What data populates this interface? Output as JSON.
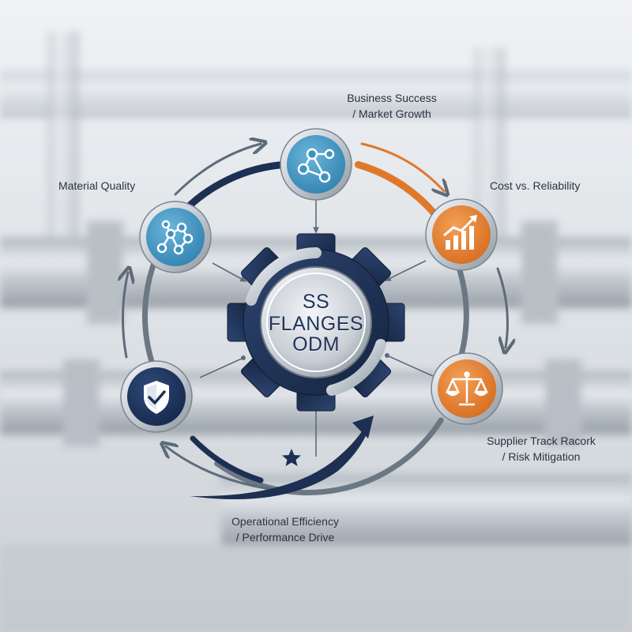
{
  "center": {
    "line1": "SS",
    "line2": "FLANGES",
    "line3": "ODM"
  },
  "nodes": {
    "business": {
      "line1": "Business Success",
      "line2": "/ Market Growth",
      "icon": "network-nodes-icon"
    },
    "material": {
      "line1": "Material Quality",
      "icon": "molecule-icon"
    },
    "cost": {
      "line1": "Cost vs. Reliability",
      "icon": "growth-chart-icon"
    },
    "supplier": {
      "line1": "Supplier Track Racork",
      "line2": "/ Risk Mitigation",
      "icon": "balance-scale-icon"
    },
    "quality": {
      "icon": "shield-check-icon"
    },
    "operational": {
      "line1": "Operational Efficiency",
      "line2": "/ Performance Drive",
      "icon": "star-icon"
    }
  },
  "colors": {
    "navy": "#1d2f52",
    "blue": "#3f93c0",
    "orange": "#e0782a",
    "steel": "#5d6b7a"
  }
}
